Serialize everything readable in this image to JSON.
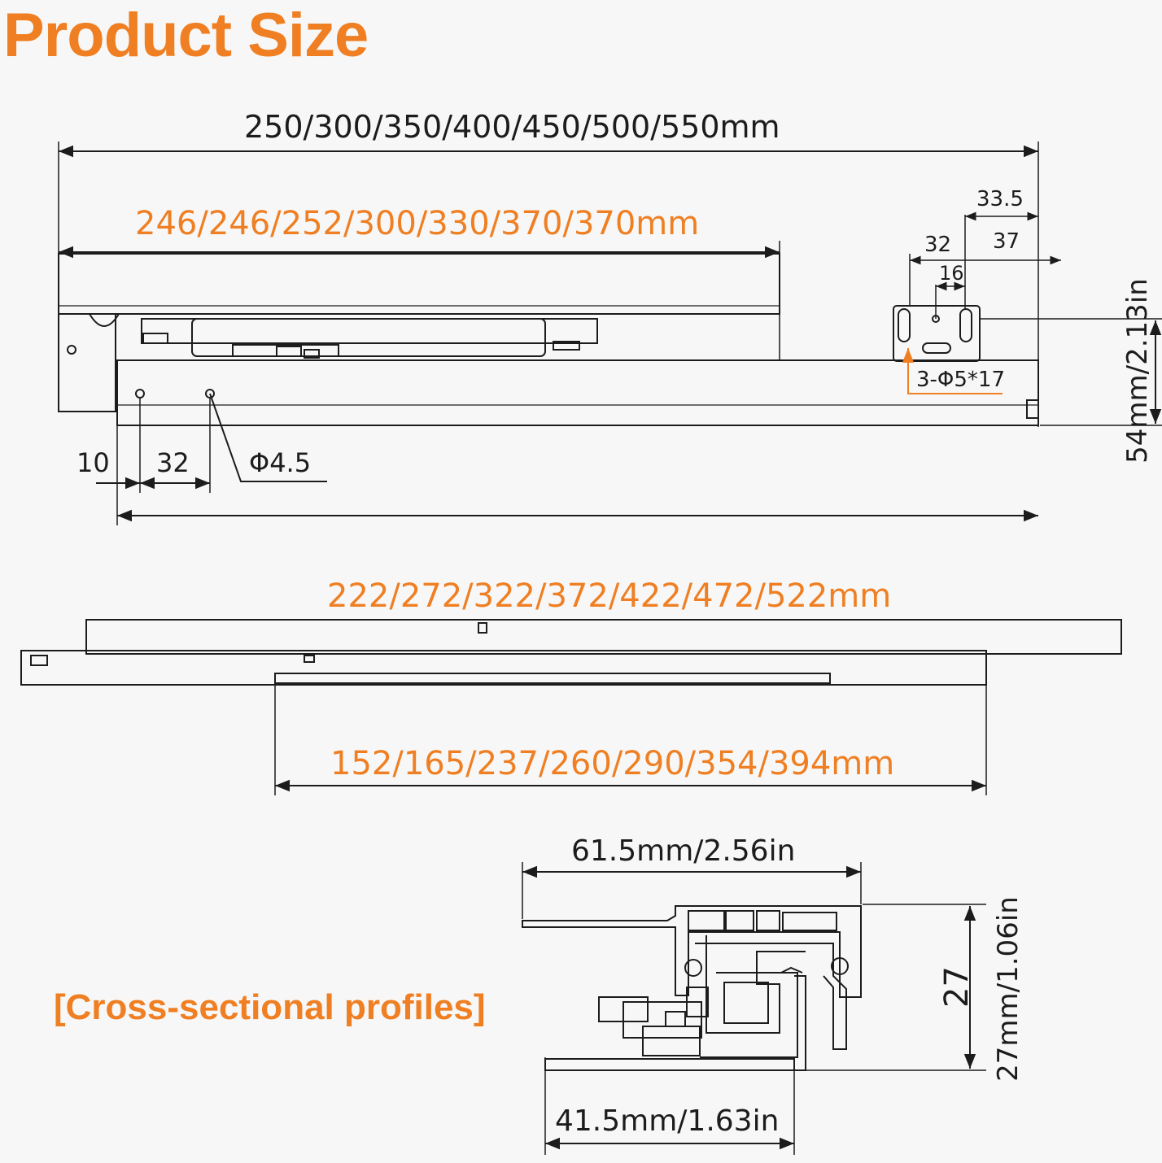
{
  "title": "Product Size",
  "top_view": {
    "total_length": "250/300/350/400/450/500/550mm",
    "inner_length": "246/246/252/300/330/370/370mm",
    "bracket_dim_33_5": "33.5",
    "bracket_dim_37": "37",
    "bracket_dim_32": "32",
    "bracket_dim_16": "16",
    "bracket_holes": "3-Φ5*17",
    "height": "54mm/2.13in",
    "hole_offset": "10",
    "hole_spacing": "32",
    "hole_diameter": "Φ4.5"
  },
  "side_view": {
    "upper_length": "222/272/322/372/422/472/522mm",
    "lower_length": "152/165/237/260/290/354/394mm"
  },
  "cross_section": {
    "label": "[Cross-sectional profiles]",
    "top_width": "61.5mm/2.56in",
    "bottom_width": "41.5mm/1.63in",
    "height_short": "27",
    "height_full": "27mm/1.06in"
  },
  "colors": {
    "accent": "#ef7f22",
    "line": "#1c1c1c",
    "background": "#f7f7f7"
  }
}
